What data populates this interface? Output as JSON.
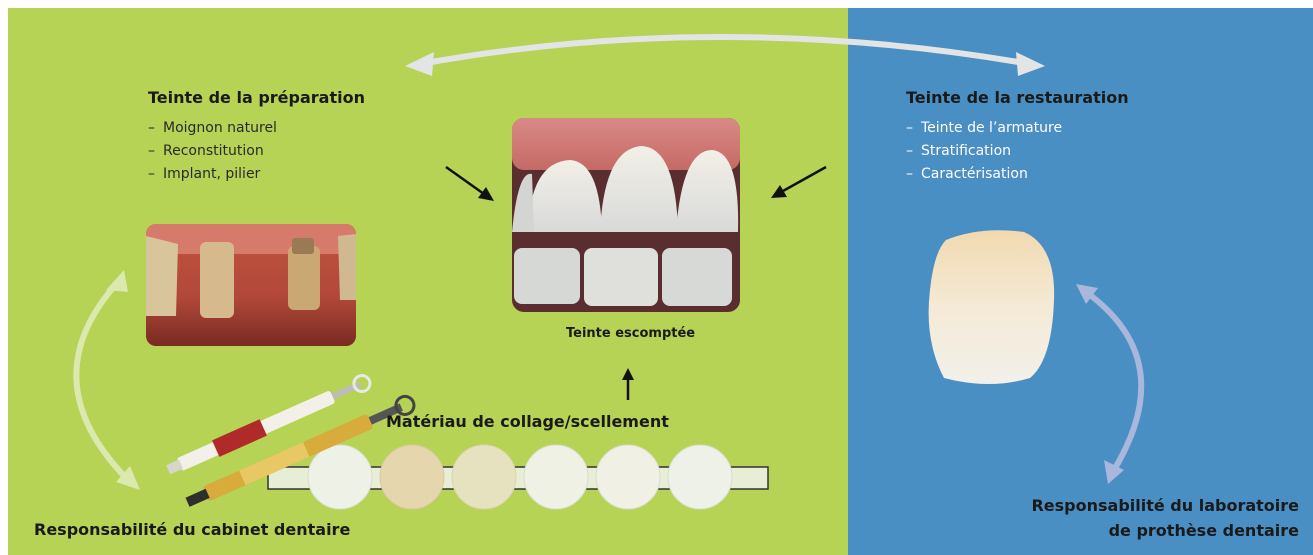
{
  "left_panel": {
    "title": "Teinte de la préparation",
    "items": [
      "Moignon naturel",
      "Reconstitution",
      "Implant, pilier"
    ],
    "responsibility": "Responsabilité du cabinet dentaire",
    "color": "#b6d355"
  },
  "center": {
    "photo_caption": "Teinte escomptée",
    "material_label": "Matériau de collage/scellement"
  },
  "right_panel": {
    "title": "Teinte de la restauration",
    "items": [
      "Teinte de l’armature",
      "Stratification",
      "Caractérisation"
    ],
    "responsibility_line1": "Responsabilité du laboratoire",
    "responsibility_line2": "de prothèse dentaire",
    "color": "#4a8fc4"
  },
  "list_dash": "–"
}
